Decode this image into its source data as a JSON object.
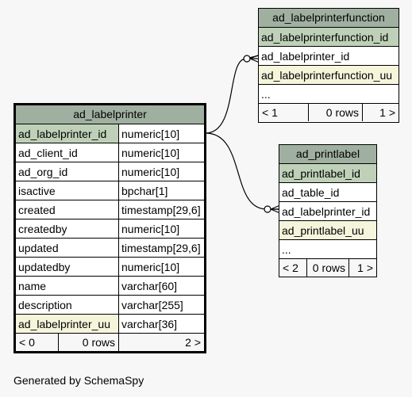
{
  "diagram": {
    "caption": "Generated by SchemaSpy",
    "tables": {
      "ad_labelprinter": {
        "name": "ad_labelprinter",
        "columns": [
          {
            "name": "ad_labelprinter_id",
            "type": "numeric[10]",
            "kind": "pk"
          },
          {
            "name": "ad_client_id",
            "type": "numeric[10]",
            "kind": ""
          },
          {
            "name": "ad_org_id",
            "type": "numeric[10]",
            "kind": ""
          },
          {
            "name": "isactive",
            "type": "bpchar[1]",
            "kind": ""
          },
          {
            "name": "created",
            "type": "timestamp[29,6]",
            "kind": ""
          },
          {
            "name": "createdby",
            "type": "numeric[10]",
            "kind": ""
          },
          {
            "name": "updated",
            "type": "timestamp[29,6]",
            "kind": ""
          },
          {
            "name": "updatedby",
            "type": "numeric[10]",
            "kind": ""
          },
          {
            "name": "name",
            "type": "varchar[60]",
            "kind": ""
          },
          {
            "name": "description",
            "type": "varchar[255]",
            "kind": ""
          },
          {
            "name": "ad_labelprinter_uu",
            "type": "varchar[36]",
            "kind": "uu"
          }
        ],
        "footer": {
          "parents": "< 0",
          "rows": "0 rows",
          "children": "2 >"
        }
      },
      "ad_labelprinterfunction": {
        "name": "ad_labelprinterfunction",
        "columns": [
          {
            "name": "ad_labelprinterfunction_id",
            "kind": "pk"
          },
          {
            "name": "ad_labelprinter_id",
            "kind": ""
          },
          {
            "name": "ad_labelprinterfunction_uu",
            "kind": "uu"
          },
          {
            "name": "...",
            "kind": ""
          }
        ],
        "footer": {
          "parents": "< 1",
          "rows": "0 rows",
          "children": "1 >"
        }
      },
      "ad_printlabel": {
        "name": "ad_printlabel",
        "columns": [
          {
            "name": "ad_printlabel_id",
            "kind": "pk"
          },
          {
            "name": "ad_table_id",
            "kind": ""
          },
          {
            "name": "ad_labelprinter_id",
            "kind": ""
          },
          {
            "name": "ad_printlabel_uu",
            "kind": "uu"
          },
          {
            "name": "...",
            "kind": ""
          }
        ],
        "footer": {
          "parents": "< 2",
          "rows": "0 rows",
          "children": "1 >"
        }
      }
    },
    "relationships": [
      {
        "from": "ad_labelprinterfunction.ad_labelprinter_id",
        "to": "ad_labelprinter.ad_labelprinter_id"
      },
      {
        "from": "ad_printlabel.ad_labelprinter_id",
        "to": "ad_labelprinter.ad_labelprinter_id"
      }
    ]
  }
}
